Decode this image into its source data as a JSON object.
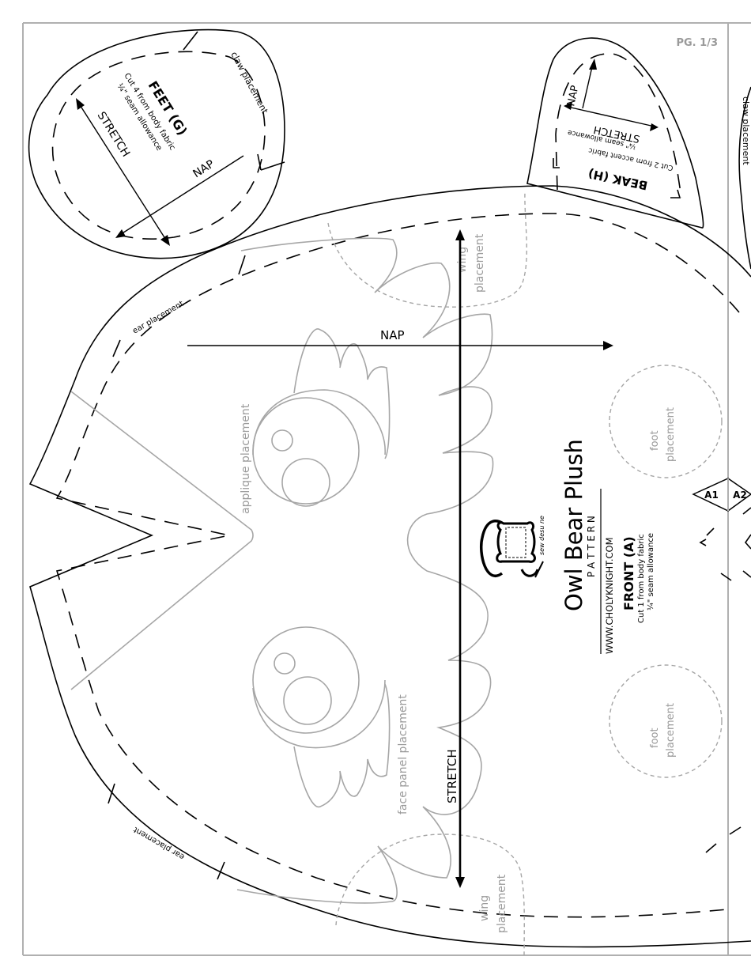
{
  "page": {
    "number_label": "PG. 1/3",
    "frame_color": "#b0b0b0",
    "guide_color": "#a6a6a6"
  },
  "pieces": {
    "feet": {
      "title": "FEET (G)",
      "cut": "Cut 4 from body fabric",
      "seam": "¼\" seam allowance",
      "stretch_label": "STRETCH",
      "nap_label": "NAP",
      "mark_label": "claw placement"
    },
    "beak": {
      "title": "BEAK (H)",
      "cut": "Cut 2 from accent fabric",
      "seam": "¼\" seam allowance",
      "stretch_label": "STRETCH",
      "nap_label": "NAP"
    },
    "front": {
      "title": "FRONT (A)",
      "cut": "Cut 1 from body fabric",
      "seam": "¼\" seam allowance",
      "nap_label": "NAP",
      "stretch_label": "STRETCH",
      "marks": {
        "ear_top": "ear placement",
        "ear_bottom": "ear placement",
        "wing_top": [
          "wing",
          "placement"
        ],
        "wing_bottom": [
          "wing",
          "placement"
        ],
        "applique": "applique placement",
        "face_panel": "face panel placement",
        "foot_top": [
          "foot",
          "placement"
        ],
        "foot_bottom": [
          "foot",
          "placement"
        ]
      }
    },
    "adjacent": {
      "mark_label": "claw placement"
    }
  },
  "branding": {
    "logo_text": "sew desu ne",
    "product_title": "Owl Bear Plush",
    "subtitle": "P A T T E R N",
    "website": "WWW.CHOLYKNIGHT.COM"
  },
  "alignment": {
    "left": "A1",
    "right": "A2"
  }
}
